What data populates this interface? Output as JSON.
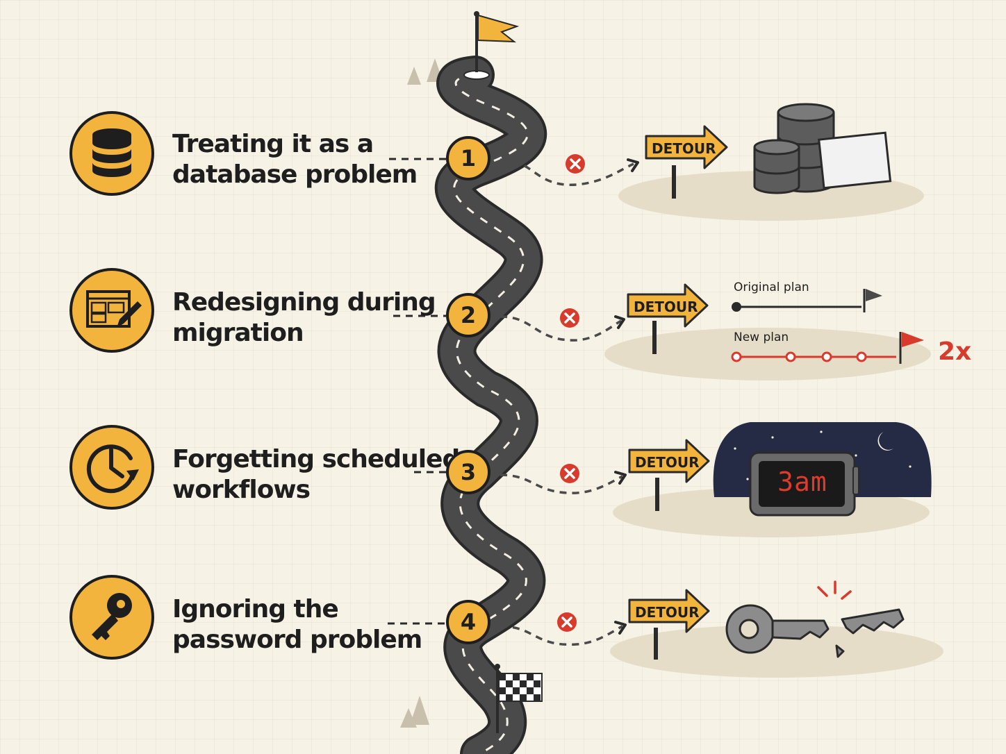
{
  "steps": [
    {
      "number": "1",
      "title_line1": "Treating it as a",
      "title_line2": "database problem",
      "icon": "database-icon",
      "detour_label": "DETOUR",
      "consequence": "database-cylinders-and-table"
    },
    {
      "number": "2",
      "title_line1": "Redesigning during",
      "title_line2": "migration",
      "icon": "wireframe-pencil-icon",
      "detour_label": "DETOUR",
      "consequence": "plan-comparison"
    },
    {
      "number": "3",
      "title_line1": "Forgetting scheduled",
      "title_line2": "workflows",
      "icon": "clock-refresh-icon",
      "detour_label": "DETOUR",
      "consequence": "night-alarm-clock"
    },
    {
      "number": "4",
      "title_line1": "Ignoring the",
      "title_line2": "password problem",
      "icon": "key-icon",
      "detour_label": "DETOUR",
      "consequence": "broken-key"
    }
  ],
  "plan_comparison": {
    "original_label": "Original plan",
    "new_label": "New plan",
    "multiplier": "2x"
  },
  "alarm_clock": {
    "time": "3am"
  },
  "colors": {
    "accent": "#f2b43c",
    "road": "#4a4a4a",
    "error": "#d83a2c",
    "night": "#262b45"
  }
}
